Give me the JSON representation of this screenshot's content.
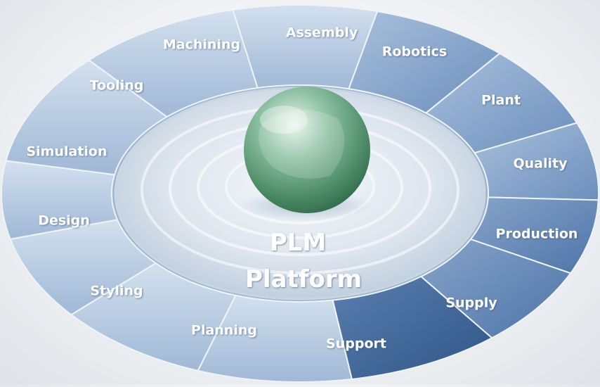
{
  "center": {
    "line1": "PLM",
    "line2": "Platform"
  },
  "segments": [
    {
      "label": "Machining",
      "shade": "light"
    },
    {
      "label": "Assembly",
      "shade": "light"
    },
    {
      "label": "Robotics",
      "shade": "medium"
    },
    {
      "label": "Plant",
      "shade": "medium"
    },
    {
      "label": "Quality",
      "shade": "medium"
    },
    {
      "label": "Production",
      "shade": "dark"
    },
    {
      "label": "Supply",
      "shade": "dark"
    },
    {
      "label": "Support",
      "shade": "darkest"
    },
    {
      "label": "Planning",
      "shade": "light"
    },
    {
      "label": "Styling",
      "shade": "light"
    },
    {
      "label": "Design",
      "shade": "light"
    },
    {
      "label": "Simulation",
      "shade": "light"
    },
    {
      "label": "Tooling",
      "shade": "light"
    }
  ],
  "colors": {
    "ring_light": "#b7cae0",
    "ring_medium": "#7f9ec4",
    "ring_dark": "#5d81b1",
    "ring_darkest": "#3e6495",
    "inner_disc": "#dfe6ee",
    "sphere": "#7fb397"
  }
}
